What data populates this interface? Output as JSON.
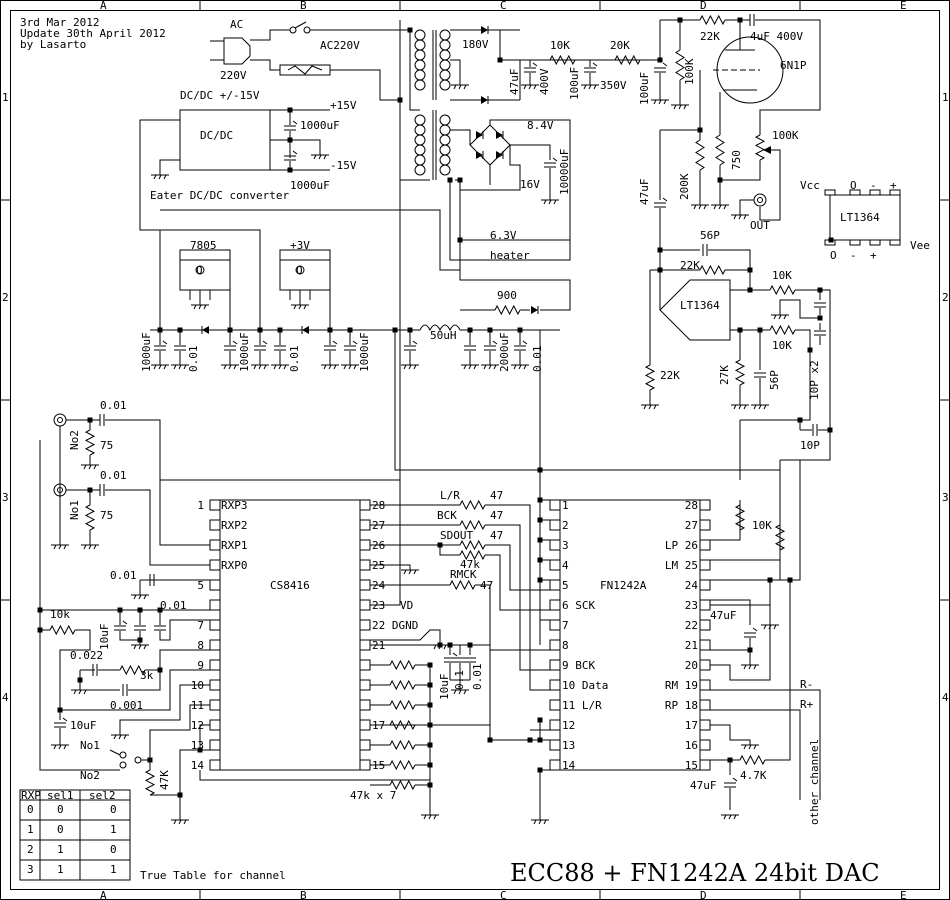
{
  "header": {
    "line1": "3rd Mar 2012",
    "line2": "Update 30th April 2012",
    "line3": "by Lasarto"
  },
  "title": "ECC88 + FN1242A 24bit DAC",
  "border": {
    "columns": [
      "A",
      "B",
      "C",
      "D",
      "E"
    ],
    "rows": [
      "1",
      "2",
      "3",
      "4"
    ]
  },
  "power": {
    "ac": "AC",
    "v220": "220V",
    "ac220": "AC220V",
    "v180": "180V",
    "v84": "8.4V",
    "v16": "16V",
    "v63": "6.3V",
    "heater": "heater",
    "r900": "900",
    "l50uh": "50uH",
    "r10k": "10K",
    "r20k": "20K",
    "c47uf": "47uF",
    "v400": "400V",
    "c100uf_a": "100uF",
    "v350": "350V",
    "c100uf_b": "100uF",
    "c10000uf": "10000uF",
    "dcdc_title": "DC/DC +/-15V",
    "p15": "+15V",
    "m15": "-15V",
    "c1000_top": "1000uF",
    "c1000_bot": "1000uF",
    "dcdc": "DC/DC",
    "dcdc_note": "Eater DC/DC converter",
    "reg1": "7805",
    "reg2": "+3V",
    "reg1_pin": "O",
    "reg2_pin": "O",
    "caps": [
      "1000uF",
      "0.01",
      "1000uF",
      "0.01",
      "1000uF",
      "2000uF",
      "0.01"
    ]
  },
  "tube": {
    "r22k": "22K",
    "c4uf": "4uF 400V",
    "r100k": "100K",
    "name": "6N1P",
    "r200k": "200K",
    "r750": "750",
    "pot100k": "100K",
    "out": "OUT",
    "c47uf": "47uF"
  },
  "opamp": {
    "c56p_a": "56P",
    "r22k_a": "22K",
    "r10k_a": "10K",
    "name": "LT1364",
    "r10k_b": "10K",
    "r22k_b": "22K",
    "r27k": "27K",
    "c56p_b": "56P",
    "c10p_x2": "10P x2",
    "c10p": "10P"
  },
  "pinout": {
    "name": "LT1364",
    "vcc": "Vcc",
    "vee": "Vee",
    "top_pins": [
      "O",
      "-",
      "+"
    ],
    "bottom_pins": [
      "O",
      "-",
      "+"
    ]
  },
  "inputs": {
    "no2": "No2",
    "c001_a": "0.01",
    "r75_a": "75",
    "no1": "No1",
    "c001_b": "0.01",
    "r75_b": "75"
  },
  "cs8416": {
    "name": "CS8416",
    "left_pins": [
      "1",
      "",
      "",
      "",
      "5",
      "",
      "7",
      "8",
      "9",
      "10",
      "11",
      "12",
      "13",
      "14"
    ],
    "left_names": [
      "RXP3",
      "RXP2",
      "RXP1",
      "RXP0"
    ],
    "right_pins": [
      "28",
      "27",
      "26",
      "25",
      "24",
      "23",
      "22 DGND",
      "21",
      "",
      "",
      "",
      "17",
      "",
      "15"
    ],
    "filter": {
      "c001_a": "0.01",
      "c001_b": "0.01",
      "r10k": "10k",
      "c10uf_a": "10uF",
      "c0022": "0.022",
      "r3k": "3k",
      "c0001": "0.001",
      "c10uf_b": "10uF",
      "sw_no1": "No1",
      "sw_no2": "No2",
      "r47k": "47K"
    },
    "bus": {
      "lr": "L/R",
      "bck": "BCK",
      "sdout": "SDOUT",
      "rmck": "RMCK",
      "r47": [
        "47",
        "47",
        "47",
        "47"
      ],
      "r47k": "47k",
      "vd": "VD",
      "c10uf": "10uF",
      "c01": "0.1",
      "c001": "0.01",
      "pullups": "47k x 7"
    }
  },
  "fn1242a": {
    "name": "FN1242A",
    "left_pins": [
      "1",
      "2",
      "3",
      "4",
      "5",
      "6 SCK",
      "7",
      "8",
      "9 BCK",
      "10 Data",
      "11 L/R",
      "12",
      "13",
      "14"
    ],
    "right_pins": [
      "28",
      "27",
      "LP 26",
      "LM 25",
      "24",
      "23",
      "22",
      "21",
      "20",
      "RM 19",
      "RP 18",
      "17",
      "16",
      "15"
    ],
    "r10k": "10K",
    "c47uf_a": "47uF",
    "rm": "R-",
    "rp": "R+",
    "r47k": "4.7K",
    "c47uf_b": "47uF",
    "other": "other channel"
  },
  "truth_table": {
    "headers": [
      "RXP",
      "sel1",
      "sel2"
    ],
    "rows": [
      [
        "0",
        "0",
        "0"
      ],
      [
        "1",
        "0",
        "1"
      ],
      [
        "2",
        "1",
        "0"
      ],
      [
        "3",
        "1",
        "1"
      ]
    ],
    "caption": "True Table for channel"
  }
}
